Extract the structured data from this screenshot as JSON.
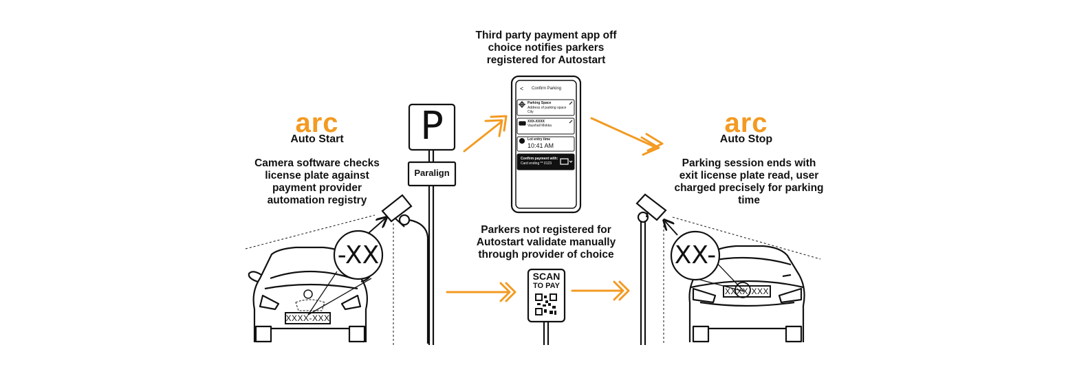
{
  "colors": {
    "accent": "#F39A21",
    "ink": "#111111"
  },
  "left": {
    "logo": "arc",
    "title": "Auto Start",
    "caption": "Camera software checks license plate against payment provider automation registry",
    "magnifier_text": "-XX",
    "plate": "XXXX-XXX"
  },
  "right": {
    "logo": "arc",
    "title": "Auto Stop",
    "caption": "Parking session ends with exit license plate read, user charged precisely for parking time",
    "magnifier_text": "XX-",
    "plate": "XXXX-XXX"
  },
  "top_caption": "Third party payment app off choice notifies parkers registered for Autostart",
  "middle_caption": "Parkers not registered for Autostart validate manually through provider of choice",
  "sign": {
    "letter": "P",
    "brand": "Paralign"
  },
  "scan_sign": {
    "line1": "SCAN",
    "line2": "TO PAY"
  },
  "phone": {
    "back": "<",
    "title": "Confirm Parking",
    "space_label": "Parking Space",
    "space_detail1": "Address of parking space",
    "space_detail2": "City",
    "plate": "XXX-XXXX",
    "vehicle": "Vauxhall Mokka",
    "entry_label": "Lot entry time",
    "entry_time": "10:41 AM",
    "pay_label": "Confirm payment with:",
    "card": "Card ending ** 0123"
  },
  "icons": [
    "camera-icon",
    "car-front-icon",
    "car-rear-icon",
    "magnifier-icon",
    "qr-code-icon",
    "chevron-arrow-icon",
    "phone-icon",
    "pin-icon",
    "clock-icon",
    "car-icon",
    "pencil-icon",
    "card-icon"
  ]
}
